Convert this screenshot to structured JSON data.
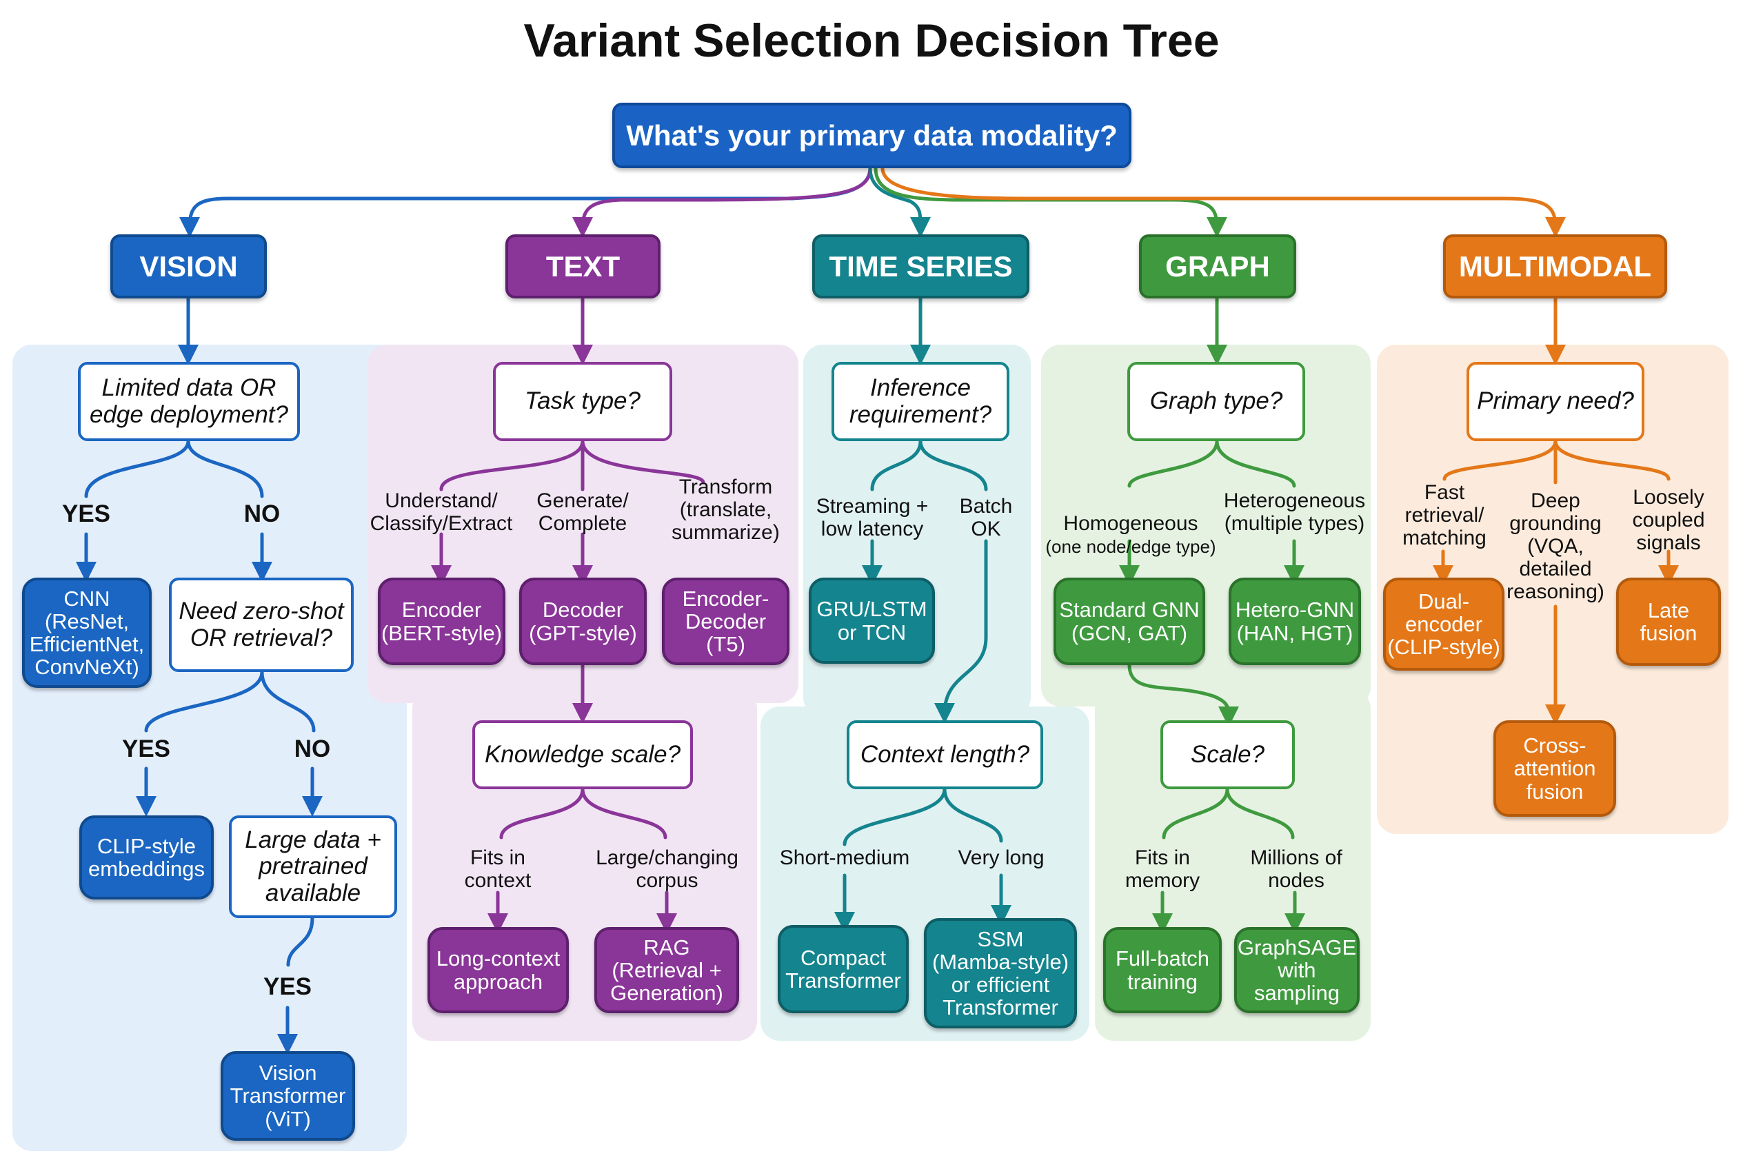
{
  "title": "Variant Selection Decision Tree",
  "colors": {
    "vision": "#1a66c2",
    "text": "#8a3598",
    "time_series": "#14848e",
    "graph": "#3f9a3f",
    "multimodal": "#e47718"
  },
  "root": "What's your primary data modality?",
  "categories": {
    "vision": "VISION",
    "text": "TEXT",
    "time_series": "TIME SERIES",
    "graph": "GRAPH",
    "multimodal": "MULTIMODAL"
  },
  "vision": {
    "q1": "Limited data OR\nedge deployment?",
    "yes1": "YES",
    "no1": "NO",
    "cnn": "CNN\n(ResNet,\nEfficientNet,\nConvNeXt)",
    "q2": "Need zero-shot\nOR retrieval?",
    "yes2": "YES",
    "no2": "NO",
    "clip": "CLIP-style\nembeddings",
    "q3": "Large data +\npretrained\navailable",
    "yes3": "YES",
    "vit": "Vision\nTransformer\n(ViT)"
  },
  "text": {
    "q1": "Task type?",
    "l_understand": "Understand/\nClassify/Extract",
    "l_generate": "Generate/\nComplete",
    "l_transform": "Transform\n(translate,\nsummarize)",
    "encoder": "Encoder\n(BERT-style)",
    "decoder": "Decoder\n(GPT-style)",
    "encdec": "Encoder-\nDecoder\n(T5)",
    "q2": "Knowledge scale?",
    "l_fits": "Fits in\ncontext",
    "l_large": "Large/changing\ncorpus",
    "longctx": "Long-context\napproach",
    "rag": "RAG\n(Retrieval +\nGeneration)"
  },
  "time_series": {
    "q1": "Inference\nrequirement?",
    "l_stream": "Streaming +\nlow latency",
    "l_batch": "Batch\nOK",
    "gru": "GRU/LSTM\nor TCN",
    "q2": "Context length?",
    "l_short": "Short-medium",
    "l_long": "Very long",
    "compact": "Compact\nTransformer",
    "ssm": "SSM\n(Mamba-style)\nor efficient\nTransformer"
  },
  "graph": {
    "q1": "Graph type?",
    "l_homo": "Homogeneous",
    "l_homo_sub": "(one node/edge type)",
    "l_hetero": "Heterogeneous\n(multiple types)",
    "std_gnn": "Standard GNN\n(GCN, GAT)",
    "hetero_gnn": "Hetero-GNN\n(HAN, HGT)",
    "q2": "Scale?",
    "l_fits": "Fits in\nmemory",
    "l_millions": "Millions of\nnodes",
    "fullbatch": "Full-batch\ntraining",
    "graphsage": "GraphSAGE\nwith\nsampling"
  },
  "multimodal": {
    "q1": "Primary need?",
    "l_fast": "Fast\nretrieval/\nmatching",
    "l_deep": "Deep\ngrounding\n(VQA,\ndetailed\nreasoning)",
    "l_loose": "Loosely\ncoupled\nsignals",
    "dual": "Dual-\nencoder\n(CLIP-style)",
    "late": "Late\nfusion",
    "cross": "Cross-\nattention\nfusion"
  }
}
